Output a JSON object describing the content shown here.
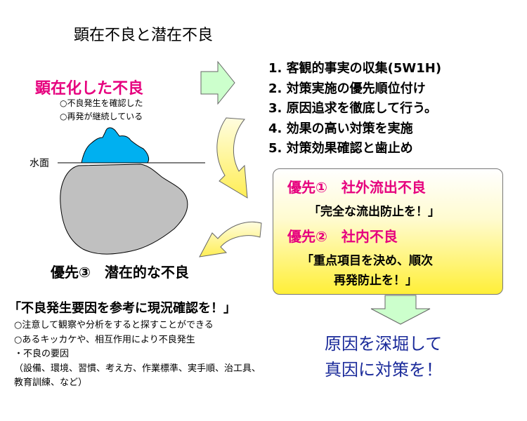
{
  "title": "顕在不良と潜在不良",
  "overt": {
    "heading": "顕在化した不良",
    "notes": [
      "○不良発生を確認した",
      "○再発が継続している"
    ]
  },
  "waterline_label": "水面",
  "steps": [
    "1. 客観的事実の収集(5W1H)",
    "2. 対策実施の優先順位付け",
    "3. 原因追求を徹底して行う。",
    "4. 効果の高い対策を実施",
    "5. 対策効果確認と歯止め"
  ],
  "priority1": {
    "title": "優先①　社外流出不良",
    "sub": "「完全な流出防止を！」"
  },
  "priority2": {
    "title": "優先②　社内不良",
    "sub_lines": [
      "「重点項目を決め、順次",
      "再発防止を！」"
    ]
  },
  "priority3": {
    "title": "優先③　潜在的な不良"
  },
  "latent": {
    "quote": "「不良発生要因を参考に現況確認を！」",
    "notes": [
      "○注意して観察や分析をすると探すことができる",
      "○あるキッカケや、相互作用により不良発生",
      "・不良の要因",
      "（設備、環境、習慣、考え方、作業標準、実手順、治工具、",
      "教育訓練、など）"
    ]
  },
  "conclusion": [
    "原因を深堀して",
    "真因に対策を！"
  ],
  "colors": {
    "pink": "#e6007e",
    "blue_text": "#1a2a9a",
    "iceberg_tip": "#00b0f0",
    "iceberg_body": "#c0c0c0",
    "arrow_green": "#ccffcc",
    "arrow_yellow": "#ffff99"
  }
}
